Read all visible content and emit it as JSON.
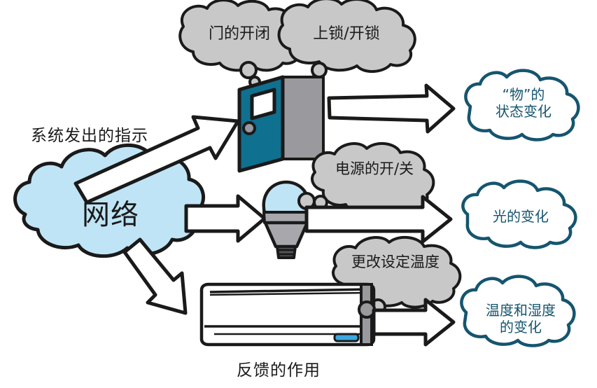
{
  "diagram": {
    "title_visible": false,
    "colors": {
      "network_cloud_fill": "#bfe4f5",
      "thought_cloud_fill": "#c8c8c8",
      "result_cloud_stroke": "#15556f",
      "result_cloud_fill": "#ffffff",
      "door_panel": "#10708f",
      "wall_panel": "#9a9a9e",
      "bulb_glass": "#bfe4f5",
      "bulb_body": "#a8a8ac",
      "ac_led": "#3aa8e0",
      "outline": "#1a1a1a"
    },
    "source": {
      "name": "network-cloud",
      "label": "网络"
    },
    "annotations": {
      "top_left_label": "系统发出的指示",
      "bottom_center_label": "反馈的作用"
    },
    "rows": [
      {
        "id": "door",
        "device_name": "door-icon",
        "thought_bubbles": [
          {
            "id": "door-open-close",
            "label": "门的开闭"
          },
          {
            "id": "door-lock-unlock",
            "label": "上锁/开锁"
          }
        ],
        "result": {
          "id": "thing-state-change",
          "label": "“物”的\n状态变化"
        }
      },
      {
        "id": "light",
        "device_name": "lightbulb-icon",
        "thought_bubbles": [
          {
            "id": "power-on-off",
            "label": "电源的开/关"
          }
        ],
        "result": {
          "id": "light-change",
          "label": "光的变化"
        }
      },
      {
        "id": "aircon",
        "device_name": "air-conditioner-icon",
        "thought_bubbles": [
          {
            "id": "change-set-temperature",
            "label": "更改设定温度"
          }
        ],
        "result": {
          "id": "temp-humidity-change",
          "label": "温度和湿度\n的变化"
        }
      }
    ],
    "arrows": [
      {
        "id": "network-to-door",
        "direction": "up-right"
      },
      {
        "id": "network-to-light",
        "direction": "right"
      },
      {
        "id": "network-to-aircon",
        "direction": "down-right"
      },
      {
        "id": "door-to-result",
        "direction": "right"
      },
      {
        "id": "light-to-result",
        "direction": "right"
      },
      {
        "id": "aircon-to-result",
        "direction": "right"
      }
    ]
  }
}
